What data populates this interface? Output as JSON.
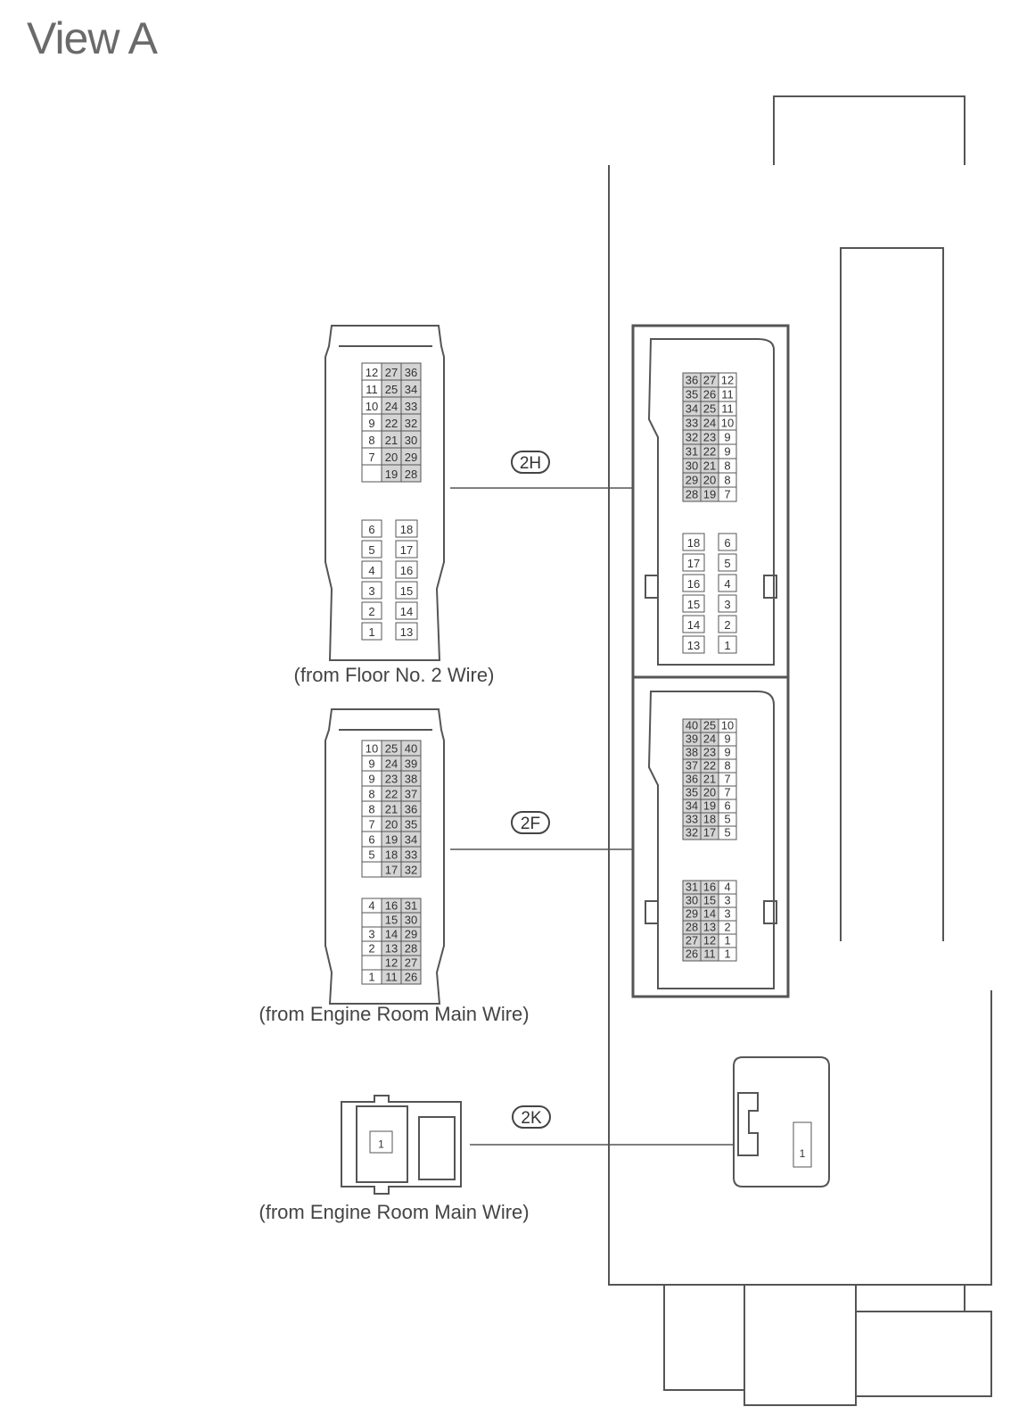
{
  "title": "View A",
  "connectors": [
    {
      "code": "2H",
      "source": "(from Floor No. 2 Wire)",
      "plug_pins": {
        "top_rows": [
          [
            "12",
            "27",
            "36"
          ],
          [
            "11",
            "25",
            "34"
          ],
          [
            "10",
            "24",
            "33"
          ],
          [
            "9",
            "22",
            "32"
          ],
          [
            "8",
            "21",
            "30"
          ],
          [
            "7",
            "20",
            "29"
          ],
          [
            "",
            "19",
            "28"
          ]
        ],
        "bottom_left": [
          "6",
          "5",
          "4",
          "3",
          "2",
          "1"
        ],
        "bottom_right": [
          "18",
          "17",
          "16",
          "15",
          "14",
          "13"
        ]
      },
      "socket_pins": {
        "top_rows": [
          [
            "36",
            "27",
            "12"
          ],
          [
            "35",
            "26",
            "11"
          ],
          [
            "34",
            "25",
            "11"
          ],
          [
            "33",
            "24",
            "10"
          ],
          [
            "32",
            "23",
            "9"
          ],
          [
            "31",
            "22",
            "9"
          ],
          [
            "30",
            "21",
            "8"
          ],
          [
            "29",
            "20",
            "8"
          ],
          [
            "28",
            "19",
            "7"
          ]
        ],
        "bottom_left": [
          "18",
          "17",
          "16",
          "15",
          "14",
          "13"
        ],
        "bottom_right": [
          "6",
          "5",
          "4",
          "3",
          "2",
          "1"
        ]
      }
    },
    {
      "code": "2F",
      "source": "(from Engine Room Main Wire)",
      "plug_pins": {
        "top_rows": [
          [
            "10",
            "25",
            "40"
          ],
          [
            "9",
            "24",
            "39"
          ],
          [
            "9",
            "23",
            "38"
          ],
          [
            "8",
            "22",
            "37"
          ],
          [
            "8",
            "21",
            "36"
          ],
          [
            "7",
            "20",
            "35"
          ],
          [
            "6",
            "19",
            "34"
          ],
          [
            "5",
            "18",
            "33"
          ],
          [
            "",
            "17",
            "32"
          ]
        ],
        "bottom_rows": [
          [
            "4",
            "16",
            "31"
          ],
          [
            "",
            "15",
            "30"
          ],
          [
            "3",
            "14",
            "29"
          ],
          [
            "2",
            "13",
            "28"
          ],
          [
            "",
            "12",
            "27"
          ],
          [
            "1",
            "11",
            "26"
          ]
        ]
      },
      "socket_pins": {
        "top_rows": [
          [
            "40",
            "25",
            "10"
          ],
          [
            "39",
            "24",
            "9"
          ],
          [
            "38",
            "23",
            "9"
          ],
          [
            "37",
            "22",
            "8"
          ],
          [
            "36",
            "21",
            "7"
          ],
          [
            "35",
            "20",
            "7"
          ],
          [
            "34",
            "19",
            "6"
          ],
          [
            "33",
            "18",
            "5"
          ],
          [
            "32",
            "17",
            "5"
          ]
        ],
        "bottom_rows": [
          [
            "31",
            "16",
            "4"
          ],
          [
            "30",
            "15",
            "3"
          ],
          [
            "29",
            "14",
            "3"
          ],
          [
            "28",
            "13",
            "2"
          ],
          [
            "27",
            "12",
            "1"
          ],
          [
            "26",
            "11",
            "1"
          ]
        ]
      }
    },
    {
      "code": "2K",
      "source": "(from Engine Room Main Wire)",
      "plug_pin": "1",
      "socket_pin": "1"
    }
  ]
}
